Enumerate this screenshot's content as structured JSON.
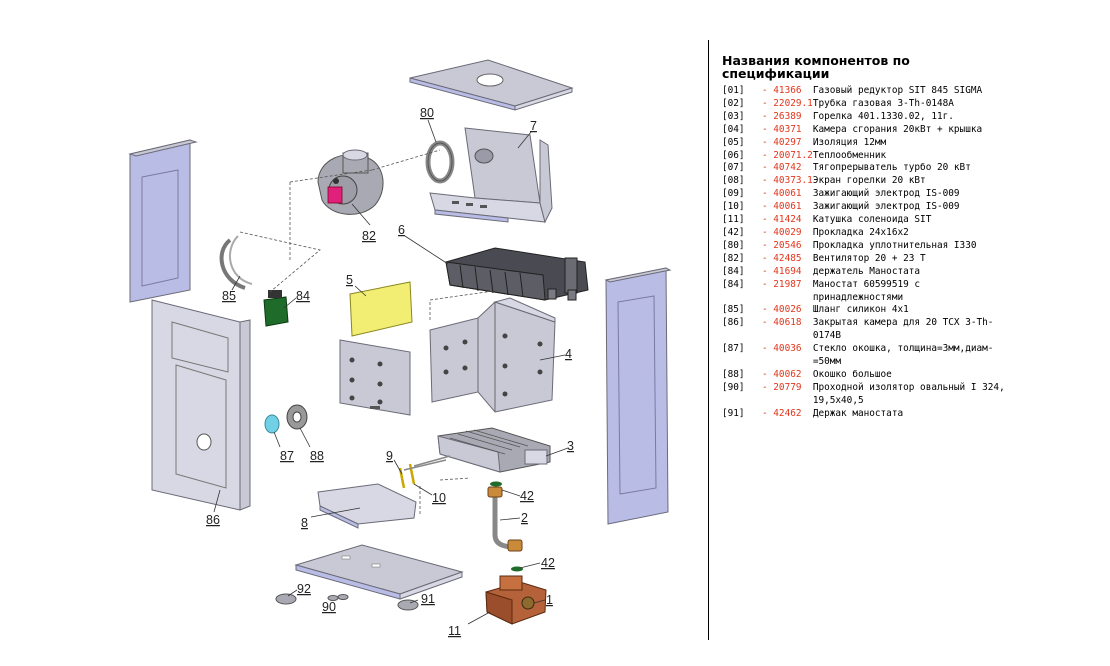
{
  "spec": {
    "title": "Названия компонентов по спецификации",
    "rows": [
      {
        "pos": "[01]",
        "code": "- 41366",
        "name": "Газовый редуктор SIT 845 SIGMA"
      },
      {
        "pos": "[02]",
        "code": "- 22029.1",
        "name": "Трубка газовая 3-Th-0148А"
      },
      {
        "pos": "[03]",
        "code": "- 26389",
        "name": "Горелка 401.1330.02, 11г."
      },
      {
        "pos": "[04]",
        "code": "- 40371",
        "name": "Камера сгорания 20кВт + крышка"
      },
      {
        "pos": "[05]",
        "code": "- 40297",
        "name": "Изоляция 12мм"
      },
      {
        "pos": "[06]",
        "code": "- 20071.2",
        "name": "Теплообменник"
      },
      {
        "pos": "[07]",
        "code": "- 40742",
        "name": "Тягопрерыватель турбо 20 кВт"
      },
      {
        "pos": "[08]",
        "code": "- 40373.1",
        "name": "Экран горелки 20 кВт"
      },
      {
        "pos": "[09]",
        "code": "- 40061",
        "name": "Зажигающий электрод IS-009"
      },
      {
        "pos": "[10]",
        "code": "- 40061",
        "name": "Зажигающий электрод IS-009"
      },
      {
        "pos": "[11]",
        "code": "- 41424",
        "name": "Катушка соленоида SIT"
      },
      {
        "pos": "[42]",
        "code": "- 40029",
        "name": "Прокладка 24x16x2"
      },
      {
        "pos": "[80]",
        "code": "- 20546",
        "name": "Прокладка уплотнительная I330"
      },
      {
        "pos": "[82]",
        "code": "- 42485",
        "name": "Вентилятор 20 + 23 T"
      },
      {
        "pos": "[84]",
        "code": "- 41694",
        "name": "держатель Маностата"
      },
      {
        "pos": "[84]",
        "code": "- 21987",
        "name": "Маностат 60599519 с принадлежностями"
      },
      {
        "pos": "[85]",
        "code": "- 40026",
        "name": "Шланг силикон 4x1"
      },
      {
        "pos": "[86]",
        "code": "- 40618",
        "name": "Закрытая камера для 20 TCX 3-Th-0174B"
      },
      {
        "pos": "[87]",
        "code": "- 40036",
        "name": "Стекло окошка, толщина=3мм,диам-=50мм"
      },
      {
        "pos": "[88]",
        "code": "- 40062",
        "name": "Окошко большое"
      },
      {
        "pos": "[90]",
        "code": "- 20779",
        "name": "Проходной изолятор овальный I 324, 19,5x40,5"
      },
      {
        "pos": "[91]",
        "code": "- 42462",
        "name": "Держак маностата"
      }
    ]
  },
  "callouts": {
    "c80": "80",
    "c7": "7",
    "c82": "82",
    "c6": "6",
    "c85": "85",
    "c84": "84",
    "c5": "5",
    "c4": "4",
    "c3": "3",
    "c9": "9",
    "c10": "10",
    "c42a": "42",
    "c2": "2",
    "c8": "8",
    "c87": "87",
    "c88": "88",
    "c86": "86",
    "c42b": "42",
    "c92": "92",
    "c90": "90",
    "c91": "91",
    "c1": "1",
    "c11": "11"
  },
  "colors": {
    "code_red": "#e3361c",
    "panel_blue": "#b9bde6",
    "insulation_yellow": "#f2ee74",
    "manostat_green": "#1f6b2a",
    "fan_magenta": "#e0207a",
    "glass_cyan": "#6fd0e6",
    "gas_valve_copper": "#b5613a"
  }
}
